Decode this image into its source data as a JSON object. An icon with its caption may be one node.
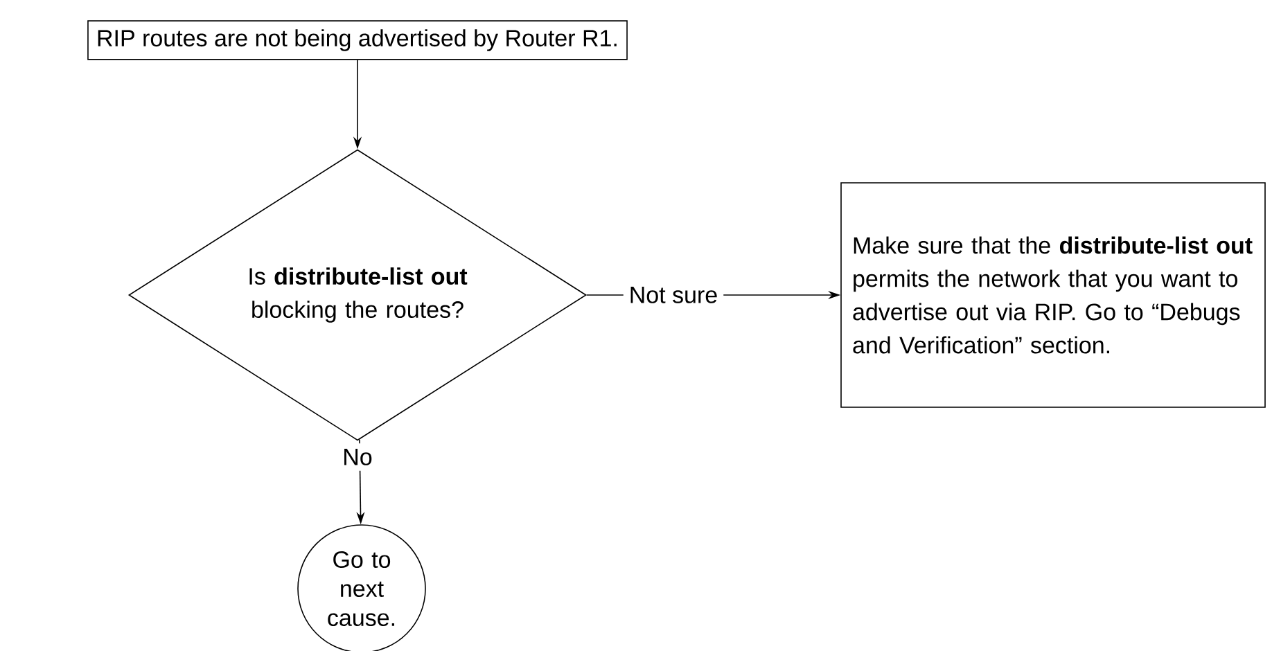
{
  "diagram": {
    "nodes": [
      {
        "text": [
          "RIP routes are not being advertised by Router R1."
        ]
      },
      {
        "text": [
          "Is **distribute-list out** blocking the routes?"
        ]
      },
      {
        "text": [
          "Make sure that the **distribute-list out** permits the network that you want to advertise out via RIP. Go to “Debugs and Verification” section."
        ]
      },
      {
        "text": [
          "Go to next cause."
        ]
      }
    ],
    "edges": [
      {
        "from": 0,
        "to": 1,
        "arrow": "to"
      },
      {
        "from": 1,
        "to": 2,
        "arrow": "to",
        "label": "Not sure"
      },
      {
        "from": 1,
        "to": 3,
        "arrow": "to",
        "label": "No"
      }
    ]
  }
}
